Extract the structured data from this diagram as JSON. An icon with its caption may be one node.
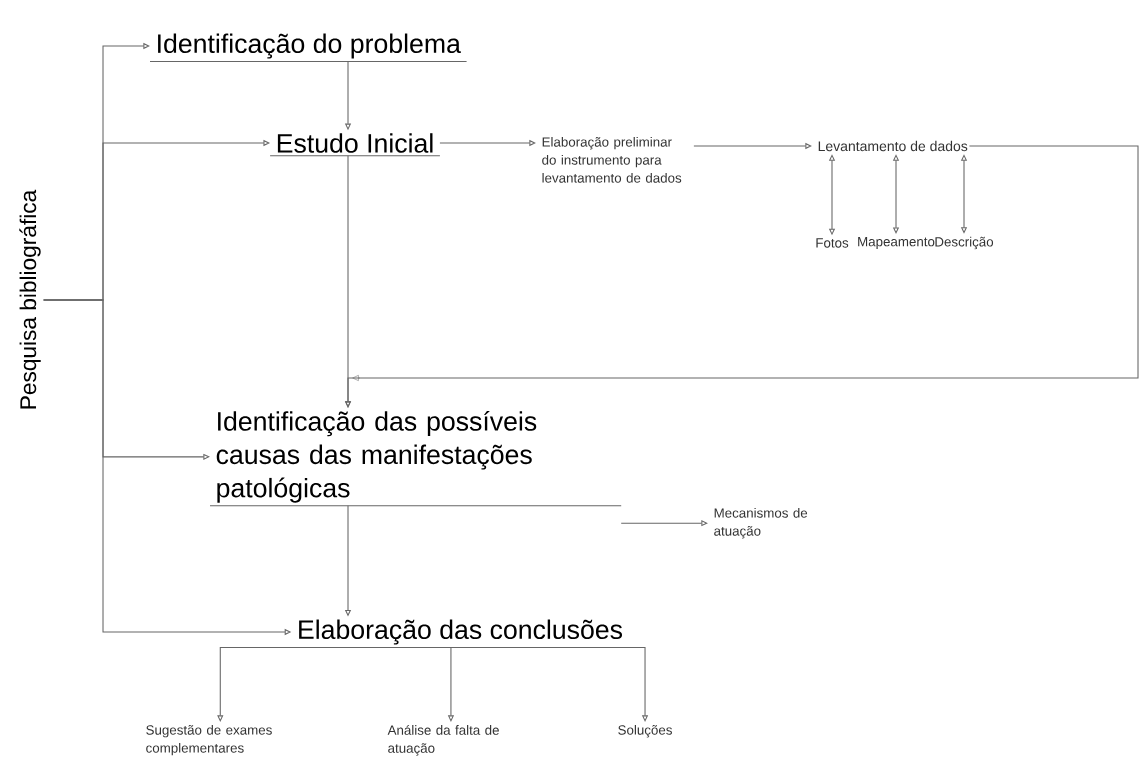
{
  "diagram": {
    "nodes": [
      {
        "text": [
          "Pesquisa bibliográfica"
        ]
      },
      {
        "text": [
          "Identificação do problema"
        ]
      },
      {
        "text": [
          "Estudo Inicial"
        ]
      },
      {
        "text": [
          "Elaboração preliminar do instrumento para levantamento de dados"
        ]
      },
      {
        "text": [
          "Levantamento de dados"
        ]
      },
      {
        "text": [
          "Fotos"
        ]
      },
      {
        "text": [
          "Mapeamento"
        ]
      },
      {
        "text": [
          "Descrição"
        ]
      },
      {
        "text": [
          "Identificação das possíveis causas das manifestações patológicas"
        ]
      },
      {
        "text": [
          "Mecanismos de atuação"
        ]
      },
      {
        "text": [
          "Elaboração das conclusões"
        ]
      },
      {
        "text": [
          "Sugestão de exames complementares"
        ]
      },
      {
        "text": [
          "Análise da falta de atuação"
        ]
      },
      {
        "text": [
          "Soluções"
        ]
      }
    ],
    "edges": [
      {
        "from": 0,
        "to": 1,
        "arrow": "to"
      },
      {
        "from": 0,
        "to": 2,
        "arrow": "to"
      },
      {
        "from": 0,
        "to": 8,
        "arrow": "to"
      },
      {
        "from": 0,
        "to": 10,
        "arrow": "to"
      },
      {
        "from": 1,
        "to": 2,
        "arrow": "to"
      },
      {
        "from": 2,
        "to": 3,
        "arrow": "to"
      },
      {
        "from": 3,
        "to": 4,
        "arrow": "to"
      },
      {
        "from": 4,
        "to": 5,
        "arrow": "both"
      },
      {
        "from": 4,
        "to": 6,
        "arrow": "both"
      },
      {
        "from": 4,
        "to": 7,
        "arrow": "both"
      },
      {
        "from": 4,
        "to": 8,
        "arrow": "to"
      },
      {
        "from": 2,
        "to": 8,
        "arrow": "to"
      },
      {
        "from": 8,
        "to": 9,
        "arrow": "to"
      },
      {
        "from": 8,
        "to": 10,
        "arrow": "to"
      },
      {
        "from": 10,
        "to": 11,
        "arrow": "to"
      },
      {
        "from": 10,
        "to": 12,
        "arrow": "to"
      },
      {
        "from": 10,
        "to": 13,
        "arrow": "to"
      }
    ]
  }
}
